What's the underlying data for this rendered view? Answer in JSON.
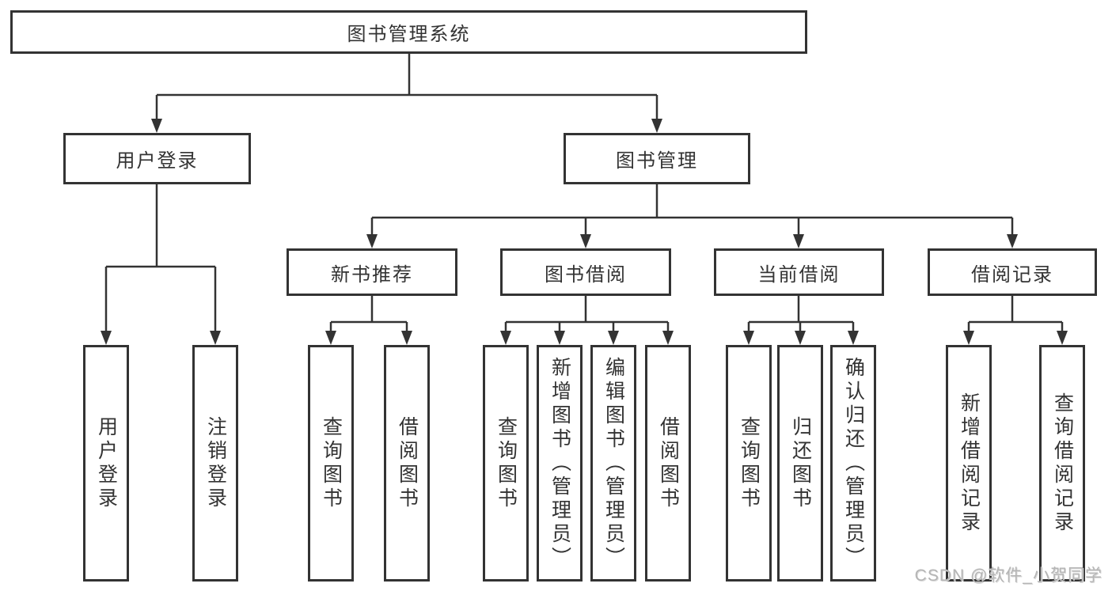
{
  "palette": {
    "line": "#333333",
    "border": "#333333",
    "text": "#333333",
    "box_background": "#ffffff",
    "page_background": "#ffffff",
    "watermark_gray": "#b5b5b5"
  },
  "watermark": "CSDN @软件_小贺同学",
  "tree": {
    "root": "图书管理系统",
    "branches": [
      {
        "label": "用户登录",
        "children": [
          "用户登录",
          "注销登录"
        ]
      },
      {
        "label": "图书管理",
        "groups": [
          {
            "label": "新书推荐",
            "children": [
              "查询图书",
              "借阅图书"
            ]
          },
          {
            "label": "图书借阅",
            "children": [
              "查询图书",
              "新增图书（管理员）",
              "编辑图书（管理员）",
              "借阅图书"
            ]
          },
          {
            "label": "当前借阅",
            "children": [
              "查询图书",
              "归还图书",
              "确认归还（管理员）"
            ]
          },
          {
            "label": "借阅记录",
            "children": [
              "新增借阅记录",
              "查询借阅记录"
            ]
          }
        ]
      }
    ]
  }
}
